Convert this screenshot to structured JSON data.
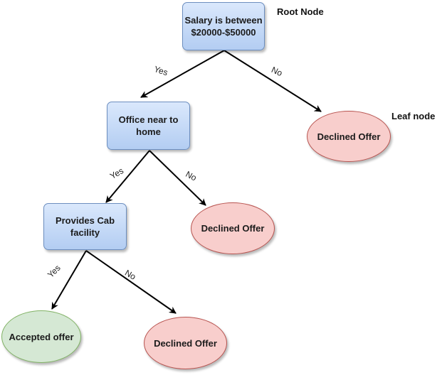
{
  "annotations": {
    "root_node": "Root Node",
    "leaf_node": "Leaf node"
  },
  "nodes": {
    "salary": {
      "text": "Salary is between\n$20000-$50000"
    },
    "office": {
      "text": "Office near to\nhome"
    },
    "cab": {
      "text": "Provides Cab\nfacility"
    },
    "declined_1": {
      "text": "Declined Offer"
    },
    "declined_2": {
      "text": "Declined Offer"
    },
    "accepted": {
      "text": "Accepted offer"
    },
    "declined_3": {
      "text": "Declined Offer"
    }
  },
  "edges": {
    "salary_yes": {
      "label": "Yes"
    },
    "salary_no": {
      "label": "No"
    },
    "office_yes": {
      "label": "Yes"
    },
    "office_no": {
      "label": "No"
    },
    "cab_yes": {
      "label": "Yes"
    },
    "cab_no": {
      "label": "No"
    }
  },
  "colors": {
    "decision_fill": "#dae8fc",
    "decision_stroke": "#6c8ebf",
    "declined_fill": "#f8cecc",
    "declined_stroke": "#b85450",
    "accepted_fill": "#d5e8d4",
    "accepted_stroke": "#82b366",
    "edge": "#000000"
  }
}
